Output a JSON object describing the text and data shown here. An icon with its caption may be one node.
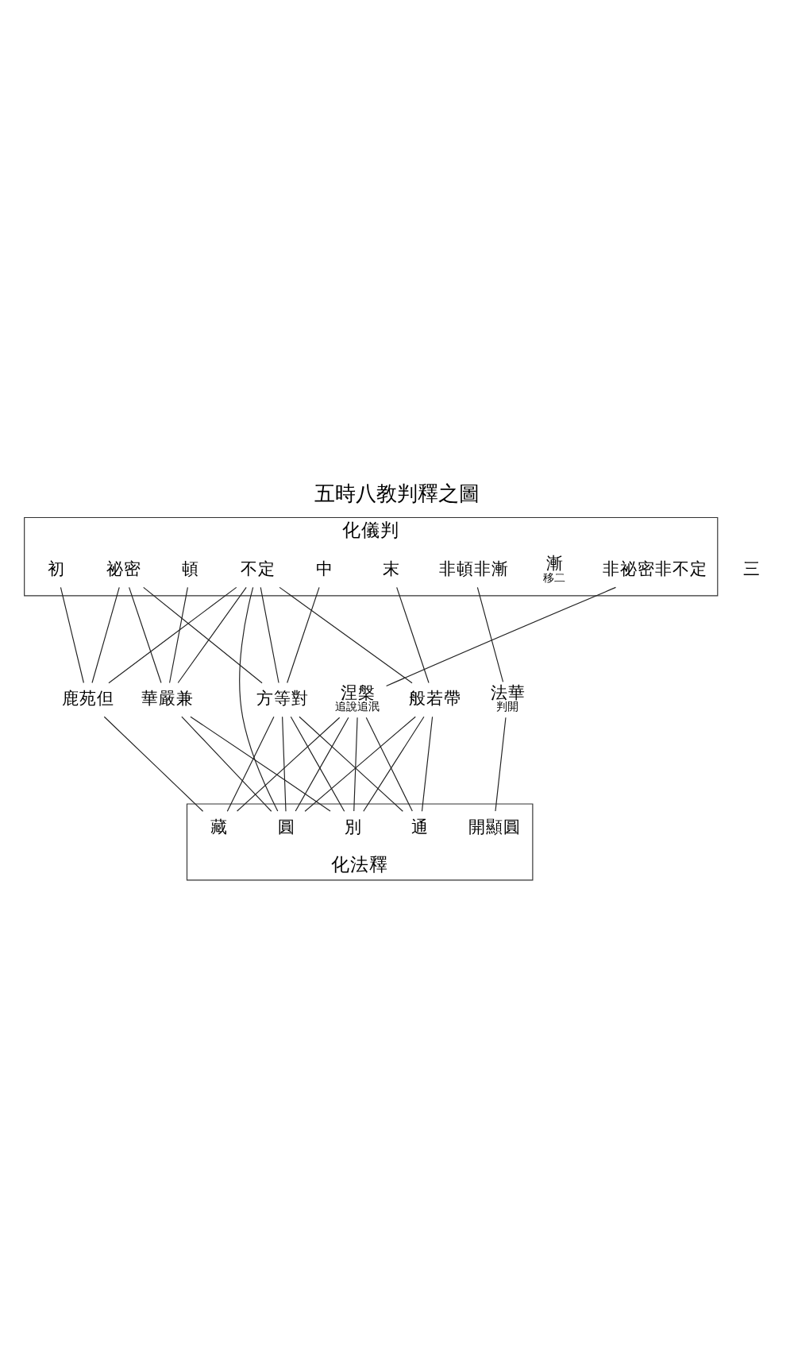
{
  "diagram": {
    "title": "五時八教判釋之圖",
    "nodes": [
      {
        "text": [
          "化儀判"
        ]
      },
      {
        "text": [
          "頓"
        ],
        "in": 0
      },
      {
        "text": [
          "漸"
        ],
        "in": 0,
        "beside": [
          "移二"
        ]
      },
      {
        "text": [
          "初"
        ],
        "in": 0
      },
      {
        "text": [
          "中"
        ],
        "in": 0
      },
      {
        "text": [
          "末"
        ],
        "in": 0
      },
      {
        "text": [
          "祕密"
        ],
        "in": 0
      },
      {
        "text": [
          "不定"
        ],
        "in": 0
      },
      {
        "text": [
          "非頓非漸"
        ],
        "in": 0
      },
      {
        "text": [
          "非祕密非不定"
        ],
        "in": 0
      },
      {
        "text": [
          "華嚴兼"
        ]
      },
      {
        "text": [
          "鹿苑但"
        ]
      },
      {
        "text": [
          "方等對"
        ]
      },
      {
        "text": [
          "般若帶"
        ]
      },
      {
        "text": [
          "法華"
        ],
        "beside": [
          "判開"
        ]
      },
      {
        "text": [
          "涅槃"
        ],
        "beside": [
          "追說追泯"
        ]
      },
      {
        "text": [
          "化法釋"
        ]
      },
      {
        "text": [
          "藏"
        ],
        "in": 16
      },
      {
        "text": [
          "通"
        ],
        "in": 16
      },
      {
        "text": [
          "別"
        ],
        "in": 16
      },
      {
        "text": [
          "圓"
        ],
        "in": 16
      },
      {
        "text": [
          "開顯圓"
        ],
        "in": 16
      }
    ],
    "edges": [
      {
        "from": 1,
        "to": 10,
        "arrow": "none"
      },
      {
        "from": 3,
        "to": 11,
        "arrow": "none"
      },
      {
        "from": 4,
        "to": 12,
        "arrow": "none"
      },
      {
        "from": 5,
        "to": 13,
        "arrow": "none"
      },
      {
        "from": 6,
        "to": 10,
        "arrow": "none"
      },
      {
        "from": 6,
        "to": 11,
        "arrow": "none"
      },
      {
        "from": 6,
        "to": 12,
        "arrow": "none"
      },
      {
        "from": 7,
        "to": 10,
        "arrow": "none"
      },
      {
        "from": 7,
        "to": 11,
        "arrow": "none"
      },
      {
        "from": 7,
        "to": 12,
        "arrow": "none"
      },
      {
        "from": 7,
        "to": 13,
        "arrow": "none"
      },
      {
        "from": 7,
        "to": 20,
        "arrow": "none"
      },
      {
        "from": 8,
        "to": 14,
        "arrow": "none"
      },
      {
        "from": 9,
        "to": 15,
        "arrow": "none"
      },
      {
        "from": 10,
        "to": 19,
        "arrow": "none"
      },
      {
        "from": 10,
        "to": 20,
        "arrow": "none"
      },
      {
        "from": 11,
        "to": 17,
        "arrow": "none"
      },
      {
        "from": 12,
        "to": 17,
        "arrow": "none"
      },
      {
        "from": 12,
        "to": 18,
        "arrow": "none"
      },
      {
        "from": 12,
        "to": 19,
        "arrow": "none"
      },
      {
        "from": 12,
        "to": 20,
        "arrow": "none"
      },
      {
        "from": 13,
        "to": 18,
        "arrow": "none"
      },
      {
        "from": 13,
        "to": 19,
        "arrow": "none"
      },
      {
        "from": 13,
        "to": 20,
        "arrow": "none"
      },
      {
        "from": 14,
        "to": 21,
        "arrow": "none"
      },
      {
        "from": 15,
        "to": 17,
        "arrow": "none"
      },
      {
        "from": 15,
        "to": 18,
        "arrow": "none"
      },
      {
        "from": 15,
        "to": 19,
        "arrow": "none"
      },
      {
        "from": 15,
        "to": 20,
        "arrow": "none"
      }
    ],
    "labels": [
      "三"
    ]
  }
}
